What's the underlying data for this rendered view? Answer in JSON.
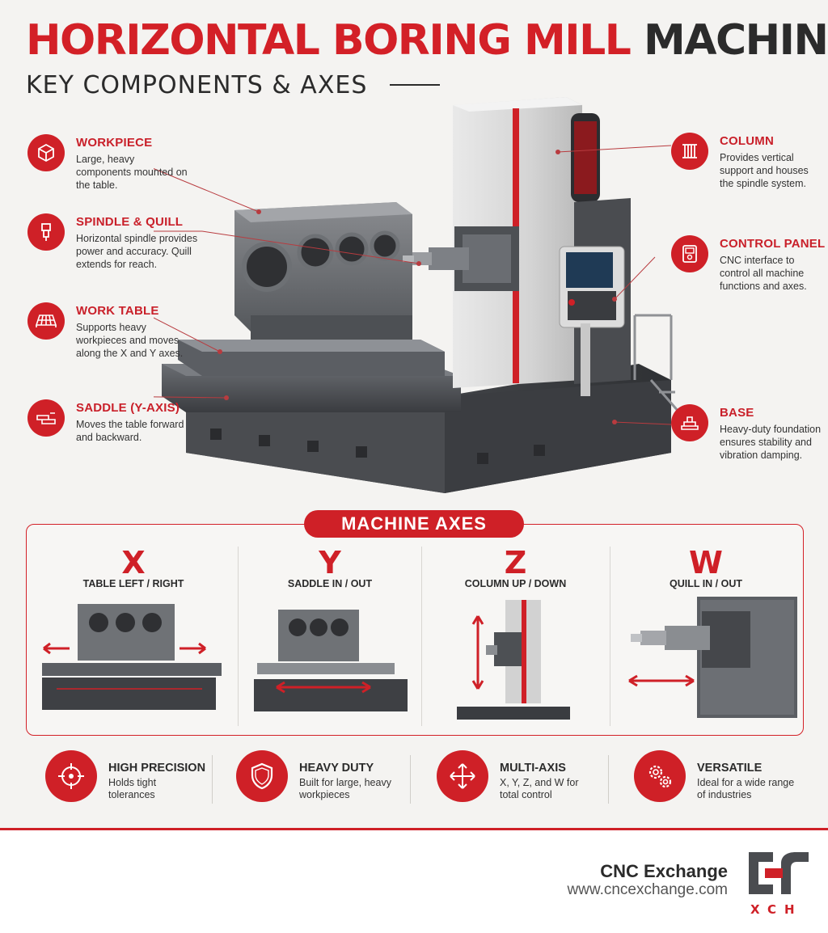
{
  "header": {
    "title_red": "HORIZONTAL BORING MILL",
    "title_dark": "MACHINE",
    "subtitle": "KEY COMPONENTS & AXES"
  },
  "callouts": {
    "workpiece": {
      "title": "WORKPIECE",
      "desc": "Large, heavy components mounted on the table.",
      "icon": "cube-icon"
    },
    "spindle": {
      "title": "SPINDLE & QUILL",
      "desc": "Horizontal spindle provides power and accuracy. Quill extends for reach.",
      "icon": "spindle-icon"
    },
    "table": {
      "title": "WORK TABLE",
      "desc": "Supports heavy workpieces and moves along the X and Y axes.",
      "icon": "grid-table-icon"
    },
    "saddle": {
      "title": "SADDLE (Y-AXIS)",
      "desc": "Moves the table forward and backward.",
      "icon": "saddle-icon"
    },
    "column": {
      "title": "COLUMN",
      "desc": "Provides vertical support and houses the spindle system.",
      "icon": "column-icon"
    },
    "control": {
      "title": "CONTROL PANEL",
      "desc": "CNC interface to control all machine functions and axes.",
      "icon": "control-panel-icon"
    },
    "base": {
      "title": "BASE",
      "desc": "Heavy-duty foundation ensures stability and vibration damping.",
      "icon": "base-icon"
    }
  },
  "axes": {
    "title": "MACHINE AXES",
    "items": [
      {
        "letter": "X",
        "label": "TABLE LEFT / RIGHT"
      },
      {
        "letter": "Y",
        "label": "SADDLE IN / OUT"
      },
      {
        "letter": "Z",
        "label": "COLUMN UP / DOWN"
      },
      {
        "letter": "W",
        "label": "QUILL IN / OUT"
      }
    ]
  },
  "features": [
    {
      "title": "HIGH PRECISION",
      "desc": "Holds tight tolerances",
      "icon": "crosshair-icon"
    },
    {
      "title": "HEAVY DUTY",
      "desc": "Built for large, heavy workpieces",
      "icon": "shield-icon"
    },
    {
      "title": "MULTI-AXIS",
      "desc": "X, Y, Z, and W for total control",
      "icon": "four-arrows-icon"
    },
    {
      "title": "VERSATILE",
      "desc": "Ideal for a wide range of industries",
      "icon": "gears-icon"
    }
  ],
  "footer": {
    "brand": "CNC Exchange",
    "url": "www.cncexchange.com",
    "logo_text": "XCH"
  },
  "colors": {
    "accent": "#cf2027",
    "dark": "#2b2b2b",
    "steel": "#4a4c50"
  }
}
